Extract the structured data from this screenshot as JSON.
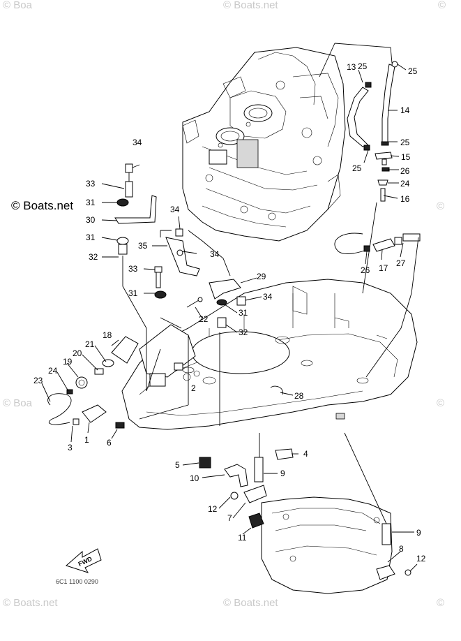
{
  "watermarks": {
    "main": "© Boats.net",
    "faint": "© Boats.net",
    "edge": "© Boa",
    "edge_right": "©"
  },
  "fwd_label": "FWD",
  "code_text": "6C1 1100 0290",
  "callouts": [
    "1",
    "2",
    "3",
    "4",
    "5",
    "6",
    "7",
    "8",
    "9",
    "9",
    "10",
    "11",
    "12",
    "12",
    "13",
    "14",
    "15",
    "16",
    "17",
    "18",
    "19",
    "20",
    "21",
    "22",
    "23",
    "24",
    "24",
    "25",
    "25",
    "25",
    "25",
    "26",
    "26",
    "27",
    "28",
    "29",
    "30",
    "31",
    "31",
    "31",
    "31",
    "32",
    "32",
    "33",
    "33",
    "34",
    "34",
    "34",
    "34",
    "35"
  ],
  "colors": {
    "line": "#000000",
    "watermark": "#c9c9c9",
    "background": "#ffffff"
  }
}
